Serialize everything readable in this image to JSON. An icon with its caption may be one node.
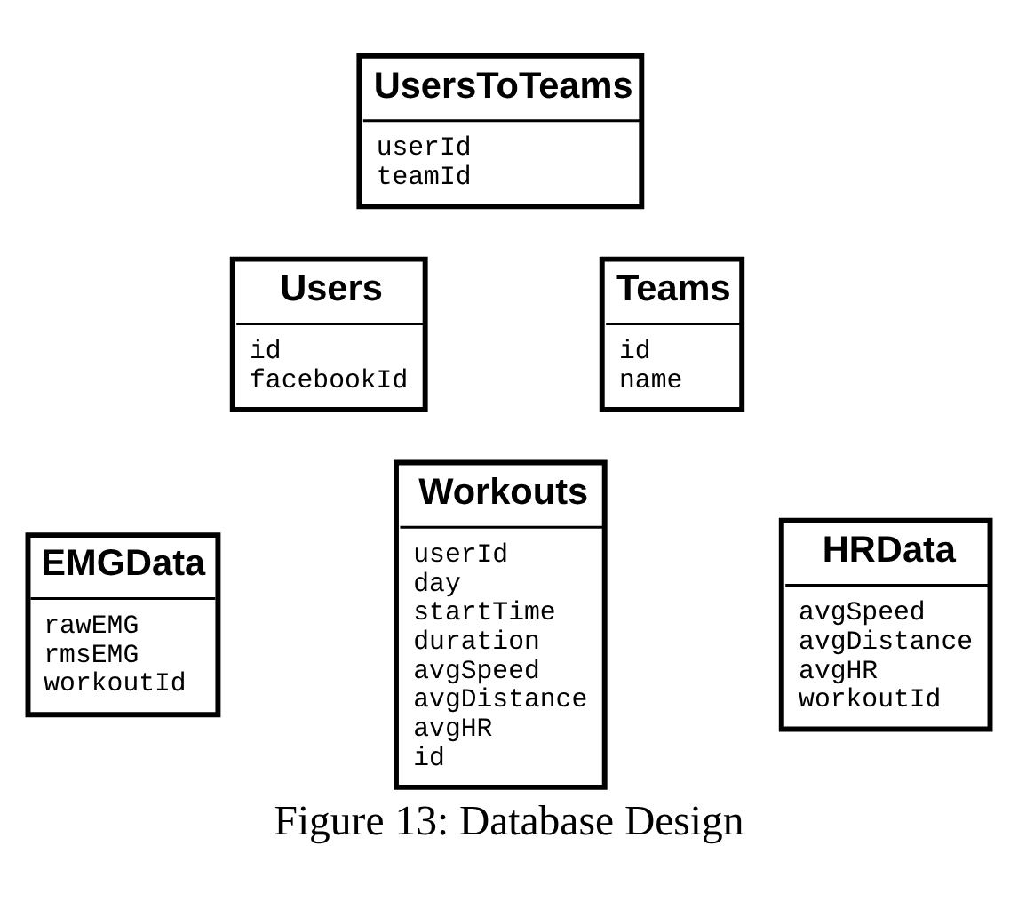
{
  "diagram": {
    "caption": "Figure 13: Database Design",
    "nodes": [
      {
        "text": [
          "UsersToTeams",
          "userId",
          "teamId"
        ]
      },
      {
        "text": [
          "Users",
          "id",
          "facebookId"
        ]
      },
      {
        "text": [
          "Teams",
          "id",
          "name"
        ]
      },
      {
        "text": [
          "Workouts",
          "userId",
          "day",
          "startTime",
          "duration",
          "avgSpeed",
          "avgDistance",
          "avgHR",
          "id"
        ]
      },
      {
        "text": [
          "EMGData",
          "rawEMG",
          "rmsEMG",
          "workoutId"
        ]
      },
      {
        "text": [
          "HRData",
          "avgSpeed",
          "avgDistance",
          "avgHR",
          "workoutId"
        ]
      }
    ],
    "edges": []
  }
}
